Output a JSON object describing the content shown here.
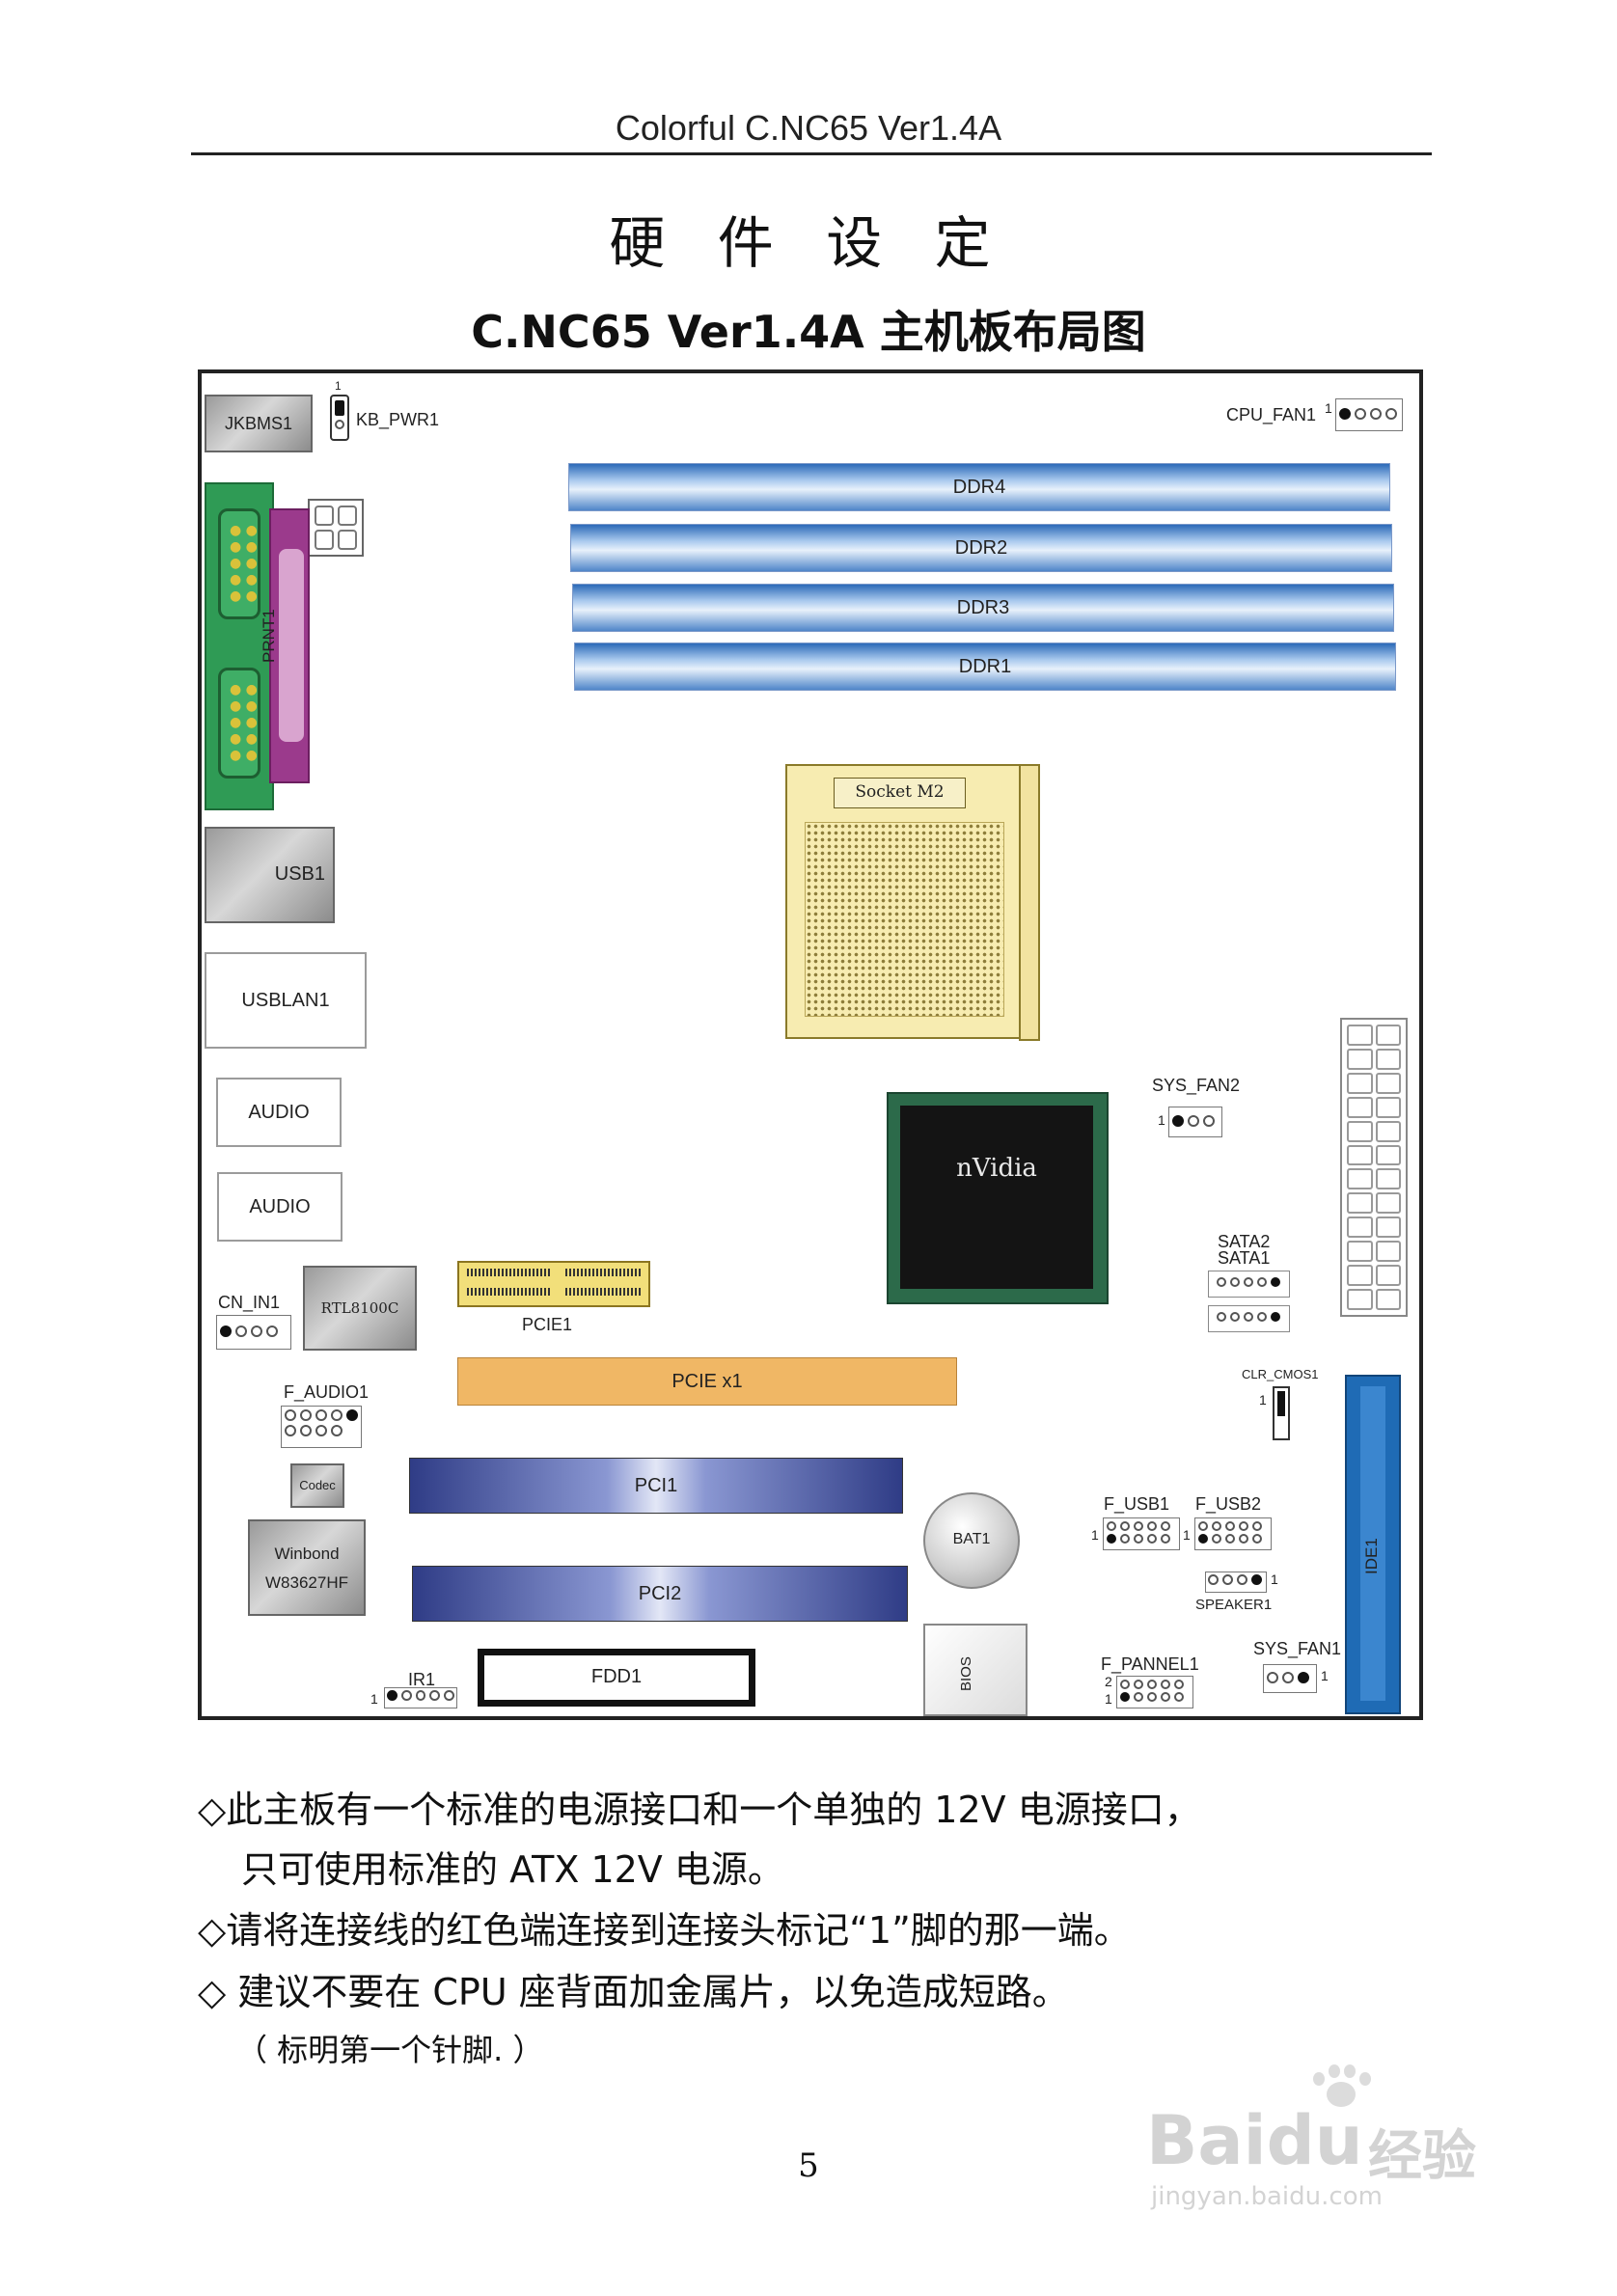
{
  "header": {
    "text": "Colorful C.NC65 Ver1.4A"
  },
  "title": "硬 件 设 定",
  "subtitle": "C.NC65 Ver1.4A 主机板布局图",
  "board": {
    "jkbms": "JKBMS1",
    "kb_pwr": "KB_PWR1",
    "kb_pwr_pin": "1",
    "cpu_fan": "CPU_FAN1",
    "cpu_fan_pin": "1",
    "ddr_slots": [
      "DDR4",
      "DDR2",
      "DDR3",
      "DDR1"
    ],
    "prnt": "PRNT1",
    "socket": "Socket M2",
    "usb1": "USB1",
    "usblan": "USBLAN1",
    "audio1": "AUDIO",
    "audio2": "AUDIO",
    "sys_fan2": "SYS_FAN2",
    "sys_fan2_pin": "1",
    "nvidia": "nVidia",
    "sata2": "SATA2",
    "sata1": "SATA1",
    "cn_in": "CN_IN1",
    "rtl": "RTL8100C",
    "pcie1": "PCIE1",
    "pcie_x1": "PCIE x1",
    "clr_cmos": "CLR_CMOS1",
    "clr_cmos_pin": "1",
    "f_audio": "F_AUDIO1",
    "codec": "Codec",
    "winbond_1": "Winbond",
    "winbond_2": "W83627HF",
    "pci1": "PCI1",
    "pci2": "PCI2",
    "bat": "BAT1",
    "f_usb1": "F_USB1",
    "f_usb2": "F_USB2",
    "f_usb_pin": "1",
    "speaker": "SPEAKER1",
    "speaker_pin": "1",
    "ide": "IDE1",
    "ir": "IR1",
    "ir_pin": "1",
    "fdd": "FDD1",
    "bios": "BIOS",
    "f_pannel": "F_PANNEL1",
    "f_pannel_pin2": "2",
    "f_pannel_pin1": "1",
    "sys_fan1": "SYS_FAN1",
    "sys_fan1_pin": "1"
  },
  "notes": [
    "◇此主板有一个标准的电源接口和一个单独的 12V 电源接口，",
    "只可使用标准的 ATX 12V 电源。",
    "◇请将连接线的红色端连接到连接头标记“1”脚的那一端。",
    "◇  建议不要在 CPU 座背面加金属片，以免造成短路。",
    "（ 标明第一个针脚. ）"
  ],
  "page_number": "5",
  "watermark": {
    "brand": "Bai",
    "brand2": "du",
    "cn": "经验",
    "url": "jingyan.baidu.com"
  }
}
